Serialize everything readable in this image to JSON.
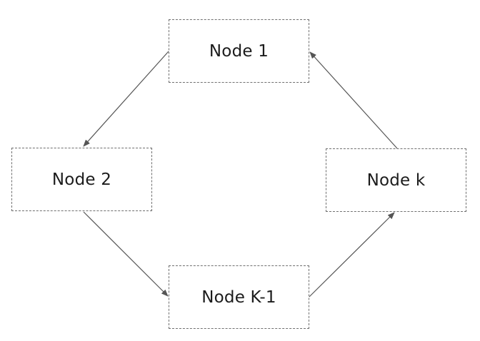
{
  "nodes": {
    "node_1": "Node 1",
    "node_2": "Node 2",
    "node_k_minus_1": "Node K-1",
    "node_k": "Node k"
  },
  "edges": [
    {
      "from": "Node 1",
      "to": "Node 2"
    },
    {
      "from": "Node 2",
      "to": "Node K-1"
    },
    {
      "from": "Node K-1",
      "to": "Node k"
    },
    {
      "from": "Node k",
      "to": "Node 1"
    }
  ],
  "colors": {
    "border": "#6f6f6f",
    "edge": "#555555",
    "text": "#1c1c1c",
    "background": "#ffffff"
  }
}
